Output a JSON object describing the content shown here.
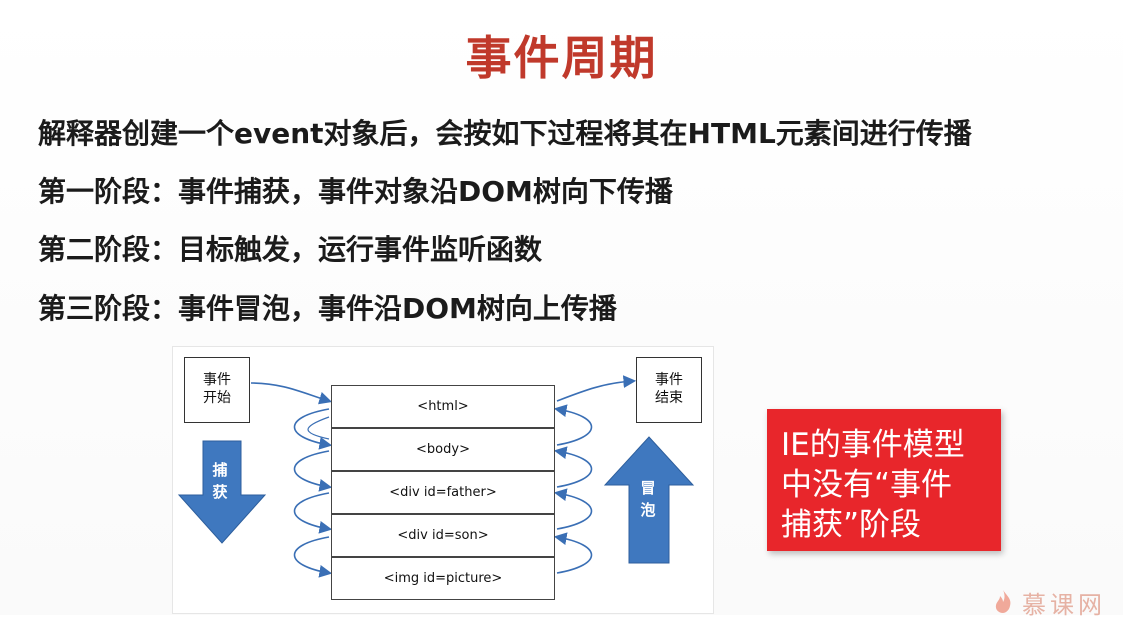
{
  "title": "事件周期",
  "lines": [
    "解释器创建一个event对象后，会按如下过程将其在HTML元素间进行传播",
    "第一阶段：事件捕获，事件对象沿DOM树向下传播",
    "第二阶段：目标触发，运行事件监听函数",
    "第三阶段：事件冒泡，事件沿DOM树向上传播"
  ],
  "diagram": {
    "start_line1": "事件",
    "start_line2": "开始",
    "end_line1": "事件",
    "end_line2": "结束",
    "capture_char1": "捕",
    "capture_char2": "获",
    "bubble_char1": "冒",
    "bubble_char2": "泡",
    "layers": [
      "<html>",
      "<body>",
      "<div id=father>",
      "<div id=son>",
      "<img id=picture>"
    ]
  },
  "note": {
    "line1": "IE的事件模型",
    "line2": "中没有“事件",
    "line3": "捕获”阶段"
  },
  "watermark": "慕课网",
  "colors": {
    "title": "#c0392b",
    "arrow_blue": "#3f78bf",
    "note_bg": "#e8262b"
  }
}
